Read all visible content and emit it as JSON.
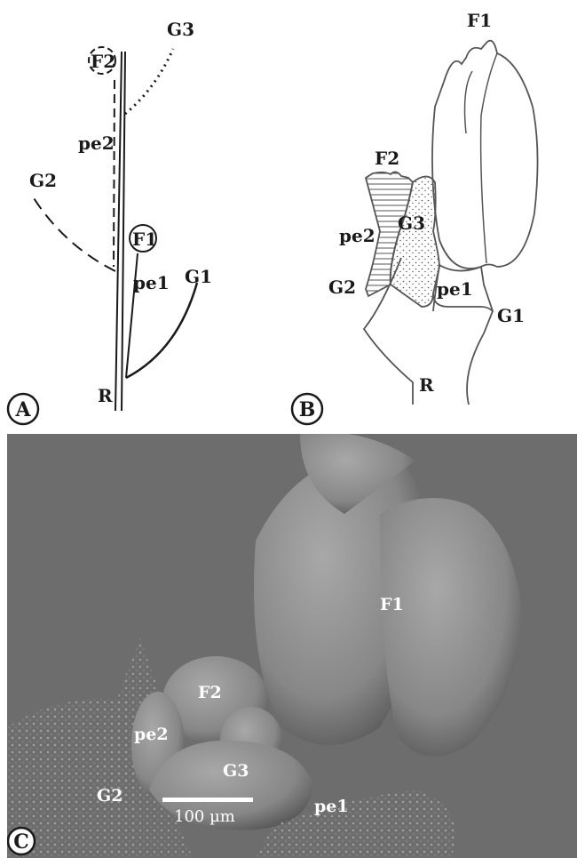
{
  "panels": {
    "a": {
      "letter": "A",
      "labels": {
        "g3": "G3",
        "f2": "F2",
        "pe2": "pe2",
        "g2": "G2",
        "f1": "F1",
        "pe1": "pe1",
        "g1": "G1",
        "r": "R"
      }
    },
    "b": {
      "letter": "B",
      "labels": {
        "f1": "F1",
        "f2": "F2",
        "g3": "G3",
        "pe2": "pe2",
        "g2": "G2",
        "pe1": "pe1",
        "g1": "G1",
        "r": "R"
      }
    },
    "c": {
      "letter": "C",
      "labels": {
        "f1": "F1",
        "f2": "F2",
        "pe2": "pe2",
        "g3": "G3",
        "g2": "G2",
        "pe1": "pe1"
      },
      "scale_bar": "100 µm"
    }
  },
  "colors": {
    "line": "#1a1a1a",
    "outline": "#555555",
    "sem_background": "#6d6d6d",
    "sem_surface": "#8c8c8c"
  }
}
